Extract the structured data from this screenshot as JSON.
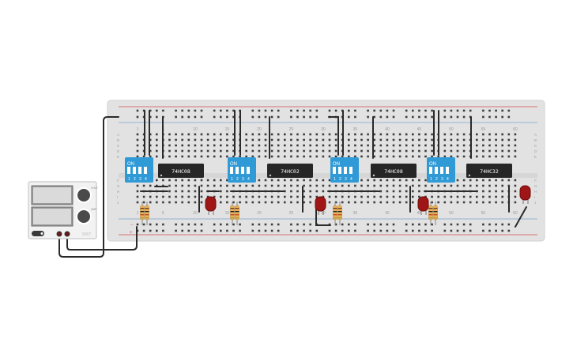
{
  "breadboard": {
    "column_numbers_top": [
      "1",
      "5",
      "10",
      "15",
      "20",
      "25",
      "30",
      "35",
      "40",
      "45",
      "50",
      "55",
      "60"
    ],
    "column_numbers_bottom": [
      "1",
      "5",
      "10",
      "15",
      "20",
      "25",
      "30",
      "35",
      "40",
      "45",
      "50",
      "55",
      "60"
    ],
    "row_letters_top": [
      "A",
      "B",
      "C",
      "D",
      "E"
    ],
    "row_letters_bottom": [
      "F",
      "G",
      "H",
      "I",
      "J"
    ],
    "rail_minus": "−",
    "rail_plus": "+"
  },
  "power_supply": {
    "brand_label": "5007",
    "knob1_label": "VOLT",
    "knob2_label": "AMP"
  },
  "dip_switches": [
    {
      "on_label": "ON",
      "numbers": [
        "1",
        "2",
        "3",
        "4"
      ]
    },
    {
      "on_label": "ON",
      "numbers": [
        "1",
        "2",
        "3",
        "4"
      ]
    },
    {
      "on_label": "ON",
      "numbers": [
        "1",
        "2",
        "3",
        "4"
      ]
    },
    {
      "on_label": "ON",
      "numbers": [
        "1",
        "2",
        "3",
        "4"
      ]
    }
  ],
  "chips": [
    {
      "label": "74HC08"
    },
    {
      "label": "74HC02"
    },
    {
      "label": "74HC08"
    },
    {
      "label": "74HC32"
    }
  ],
  "colors": {
    "board": "#e2e2e2",
    "hole": "#3c3c3c",
    "rail_red": "#d24b4b",
    "rail_blue": "#7aa3d0",
    "dip": "#2f9ad6",
    "chip": "#262626",
    "led": "#a01616",
    "resistor": "#e8b25a",
    "wire": "#2a2a2a"
  }
}
